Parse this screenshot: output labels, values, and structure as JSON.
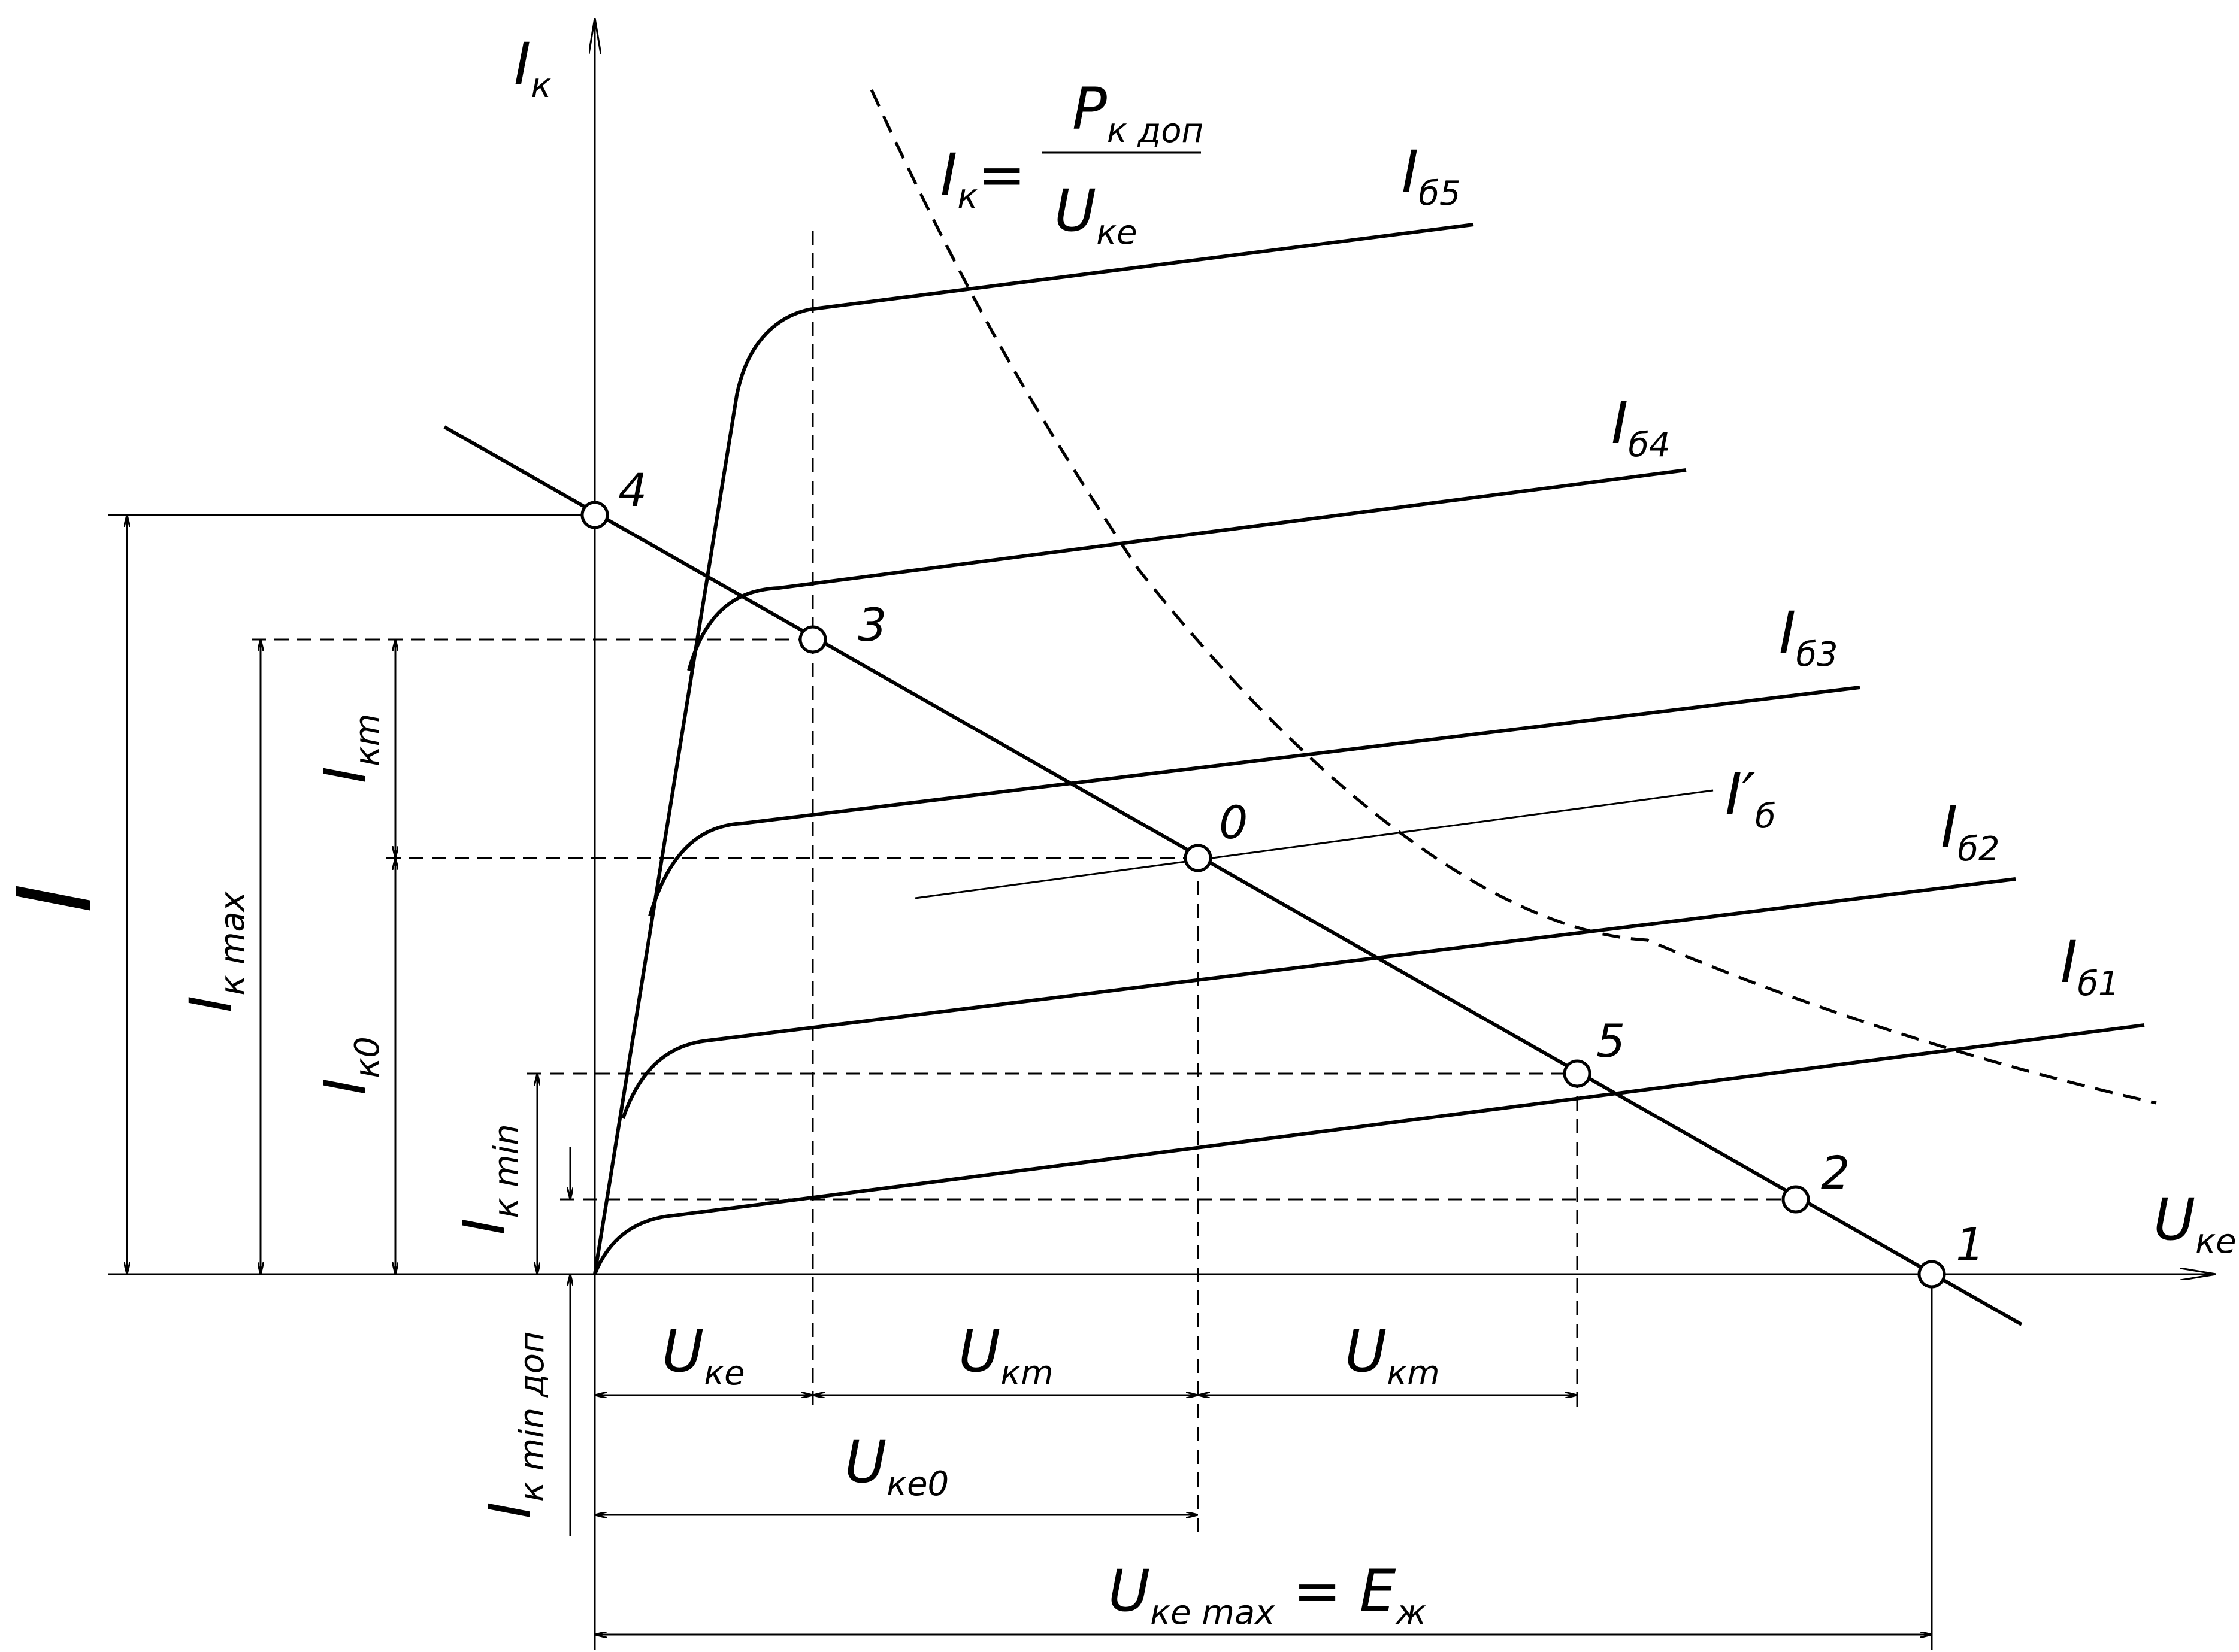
{
  "axes": {
    "y_label": "I",
    "y_sub": "к",
    "x_label": "U",
    "x_sub": "ке"
  },
  "power_curve": {
    "lhs": "I",
    "lhs_sub": "к",
    "eq": "=",
    "num": "P",
    "num_sub": "к доп",
    "den": "U",
    "den_sub": "ке"
  },
  "curves": [
    {
      "label": "I",
      "sub": "б5"
    },
    {
      "label": "I",
      "sub": "б4"
    },
    {
      "label": "I",
      "sub": "б3"
    },
    {
      "label": "I′",
      "sub": "б"
    },
    {
      "label": "I",
      "sub": "б2"
    },
    {
      "label": "I",
      "sub": "б1"
    }
  ],
  "points": [
    "4",
    "3",
    "0",
    "5",
    "2",
    "1"
  ],
  "vertical_dims": {
    "I_big": "I",
    "I_k_max": {
      "main": "I",
      "sub": "к max"
    },
    "I_km": {
      "main": "I",
      "sub": "кm"
    },
    "I_k0": {
      "main": "I",
      "sub": "к0"
    },
    "I_k_min": {
      "main": "I",
      "sub": "к min"
    },
    "I_k_min_dop": {
      "main": "I",
      "sub": "к min доп"
    }
  },
  "horizontal_dims": {
    "U_ke": {
      "main": "U",
      "sub": "ке"
    },
    "U_km1": {
      "main": "U",
      "sub": "кm"
    },
    "U_km2": {
      "main": "U",
      "sub": "кm"
    },
    "U_ke0": {
      "main": "U",
      "sub": "ке0"
    },
    "U_ke_max": {
      "main": "U",
      "sub": "ке max",
      "rest": " = E",
      "rest_sub": "ж"
    }
  }
}
